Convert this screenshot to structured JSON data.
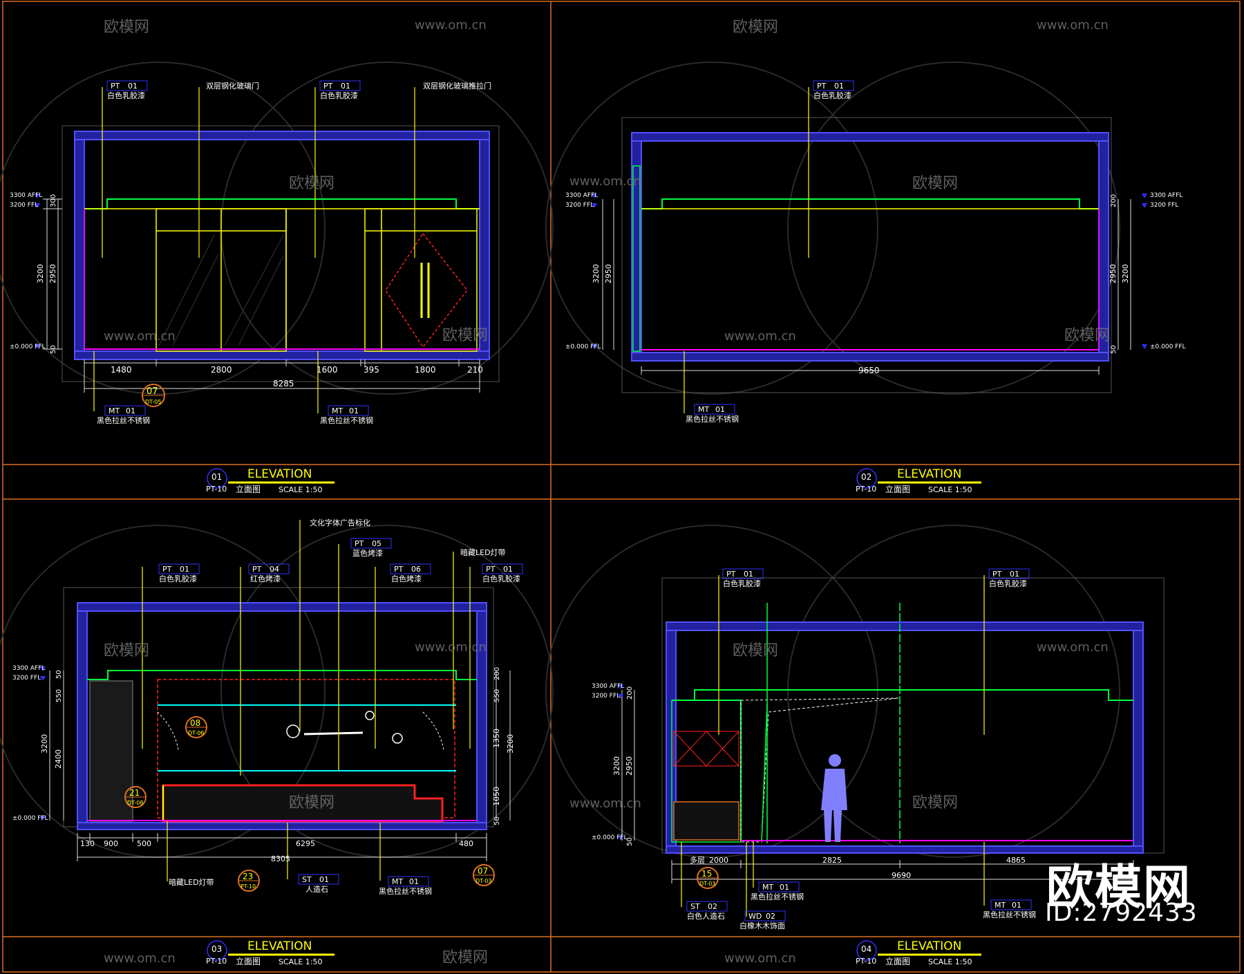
{
  "colors": {
    "wall": "#4040ff",
    "ceiling_line": "#00ff40",
    "yellow": "#ffff00",
    "magenta": "#ff00ff",
    "cyan": "#00ffff",
    "red": "#ff2020",
    "orange_frame": "#e07020",
    "tag_box": "#3030ff",
    "dim_white": "#e0e0e0",
    "watermark": "#666666"
  },
  "watermark": {
    "brand": "欧模网",
    "site": "www.om.cn",
    "id": "ID:2792433"
  },
  "common": {
    "level_aff": "3300 AFFL",
    "level_ffl": "3200 FFL",
    "level_floor": "±0.000 FFL",
    "elevation_word": "ELEVATION",
    "sheet_code": "PT-10",
    "elev_cn": "立面图",
    "scale": "SCALE 1:50"
  },
  "panels": [
    {
      "num": "01",
      "tags": [
        {
          "code": "PT",
          "no": "01",
          "text": "白色乳胶漆"
        },
        {
          "code": "",
          "no": "",
          "text": "双层钢化玻璃门"
        },
        {
          "code": "PT",
          "no": "01",
          "text": "白色乳胶漆"
        },
        {
          "code": "",
          "no": "",
          "text": "双层钢化玻璃推拉门"
        },
        {
          "code": "MT",
          "no": "01",
          "text": "黑色拉丝不锈钢"
        },
        {
          "code": "MT",
          "no": "01",
          "text": "黑色拉丝不锈钢"
        }
      ],
      "dims": [
        "1480",
        "2800",
        "1600",
        "395",
        "1800",
        "210"
      ],
      "total": "8285",
      "vdims": [
        "3200",
        "2950",
        "300",
        "50"
      ],
      "detail": {
        "num": "07",
        "ref": "DT-05"
      }
    },
    {
      "num": "02",
      "tags": [
        {
          "code": "PT",
          "no": "01",
          "text": "白色乳胶漆"
        },
        {
          "code": "MT",
          "no": "01",
          "text": "黑色拉丝不锈钢"
        }
      ],
      "dims": [
        "9650"
      ],
      "vdims": [
        "3200",
        "2950",
        "200",
        "50"
      ]
    },
    {
      "num": "03",
      "tags": [
        {
          "code": "",
          "no": "",
          "text": "文化字体广告标化"
        },
        {
          "code": "PT",
          "no": "05",
          "text": "蓝色烤漆"
        },
        {
          "code": "",
          "no": "",
          "text": "暗藏LED灯带"
        },
        {
          "code": "PT",
          "no": "01",
          "text": "白色乳胶漆"
        },
        {
          "code": "PT",
          "no": "04",
          "text": "红色烤漆"
        },
        {
          "code": "PT",
          "no": "06",
          "text": "白色烤漆"
        },
        {
          "code": "PT",
          "no": "01",
          "text": "白色乳胶漆"
        },
        {
          "code": "",
          "no": "",
          "text": "暗藏LED灯带"
        },
        {
          "code": "ST",
          "no": "01",
          "text": "人造石"
        },
        {
          "code": "MT",
          "no": "01",
          "text": "黑色拉丝不锈钢"
        }
      ],
      "dims": [
        "130",
        "900",
        "500",
        "6295",
        "480"
      ],
      "total": "8305",
      "vdims": [
        "3200",
        "2400",
        "550",
        "50",
        "200",
        "550",
        "1350",
        "1050",
        "50",
        "3200"
      ],
      "details": [
        {
          "num": "08",
          "ref": "DT-06"
        },
        {
          "num": "21",
          "ref": "DT-08"
        },
        {
          "num": "23",
          "ref": "PT-10"
        },
        {
          "num": "07",
          "ref": "DT-03"
        }
      ]
    },
    {
      "num": "04",
      "tags": [
        {
          "code": "PT",
          "no": "01",
          "text": "白色乳胶漆"
        },
        {
          "code": "PT",
          "no": "01",
          "text": "白色乳胶漆"
        },
        {
          "code": "MT",
          "no": "01",
          "text": "黑色拉丝不锈钢"
        },
        {
          "code": "ST",
          "no": "02",
          "text": "白色人造石"
        },
        {
          "code": "WD",
          "no": "02",
          "text": "白橡木木饰面"
        },
        {
          "code": "MT",
          "no": "01",
          "text": "黑色拉丝不锈钢"
        }
      ],
      "dims": [
        "多层",
        "2000",
        "2825",
        "4865"
      ],
      "total": "9690",
      "vdims": [
        "3200",
        "2950",
        "200",
        "50"
      ],
      "detail": {
        "num": "15",
        "ref": "DT-03"
      }
    }
  ]
}
